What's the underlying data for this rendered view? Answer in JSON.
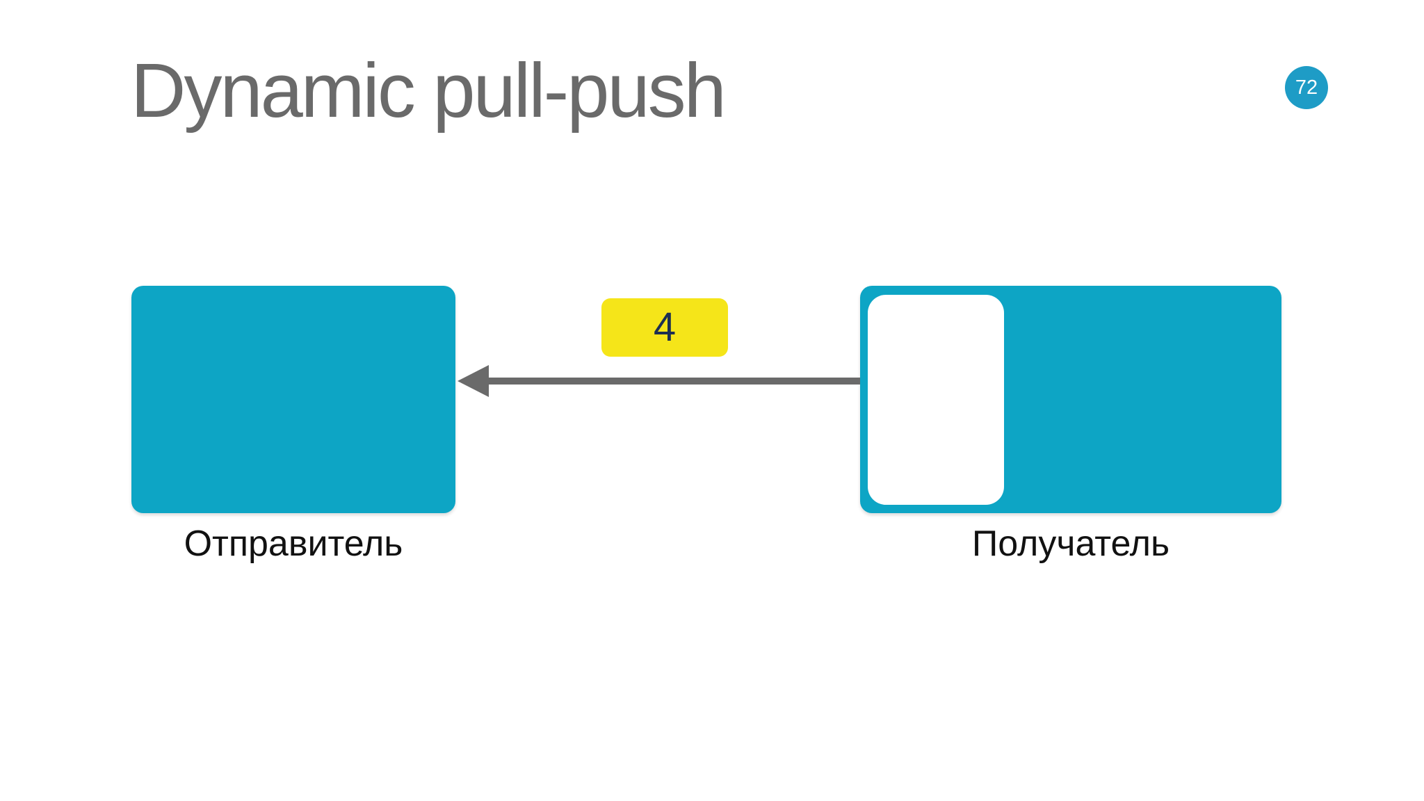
{
  "slide": {
    "title": "Dynamic pull-push",
    "page_number": "72"
  },
  "diagram": {
    "sender": {
      "label": "Отправитель"
    },
    "receiver": {
      "label": "Получатель"
    },
    "message_count": "4",
    "arrow_direction": "right-to-left"
  },
  "colors": {
    "box_teal": "#0da5c5",
    "badge_teal": "#1e9cc6",
    "message_yellow": "#f5e519",
    "message_text": "#1c2f51",
    "arrow_gray": "#6a6a6a",
    "title_gray": "#6a6a6a",
    "label_black": "#111111",
    "page_bg": "#ffffff"
  }
}
